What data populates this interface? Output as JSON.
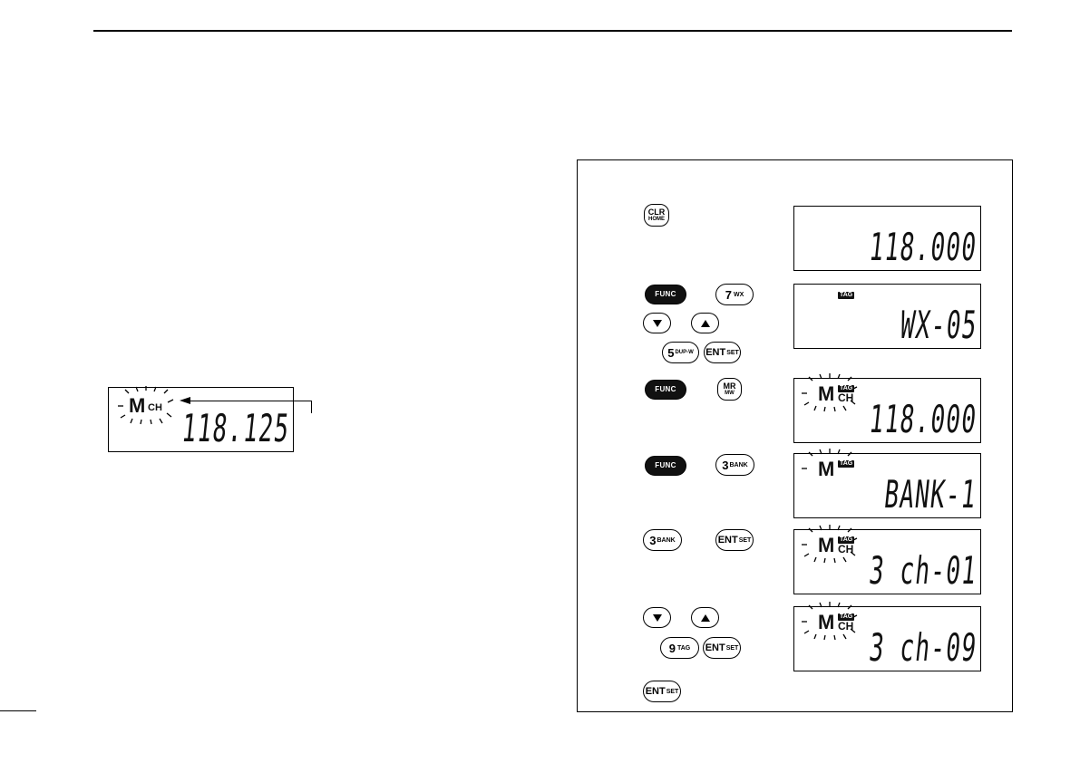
{
  "example_display": {
    "m_label": "M",
    "ch_label": "CH",
    "frequency": "118.125"
  },
  "keys": {
    "clr_home": {
      "top": "CLR",
      "bottom": "HOME"
    },
    "func": "FUNC",
    "seven_wx": {
      "num": "7",
      "sub": "WX"
    },
    "five_dupw": {
      "num": "5",
      "sub": "DUP-W"
    },
    "ent_set": {
      "main": "ENT",
      "sub": "SET"
    },
    "mr_mw": {
      "top": "MR",
      "bottom": "MW"
    },
    "three_bank": {
      "num": "3",
      "sub": "BANK"
    },
    "nine_tag": {
      "num": "9",
      "sub": "TAG"
    },
    "up_arrow_icon": "triangle-up",
    "down_arrow_icon": "triangle-down"
  },
  "lcds": [
    {
      "main": "118.000",
      "tag": "",
      "m": "",
      "ch": ""
    },
    {
      "main": "WX-05",
      "tag": "TAG",
      "m": "",
      "ch": ""
    },
    {
      "main": "118.000",
      "tag": "TAG",
      "m": "M",
      "ch": "CH"
    },
    {
      "main": "BANK-1",
      "tag": "TAG",
      "m": "M",
      "ch": ""
    },
    {
      "main": "3 ch-01",
      "tag": "TAG",
      "m": "M",
      "ch": "CH"
    },
    {
      "main": "3 ch-09",
      "tag": "TAG",
      "m": "M",
      "ch": "CH"
    }
  ]
}
